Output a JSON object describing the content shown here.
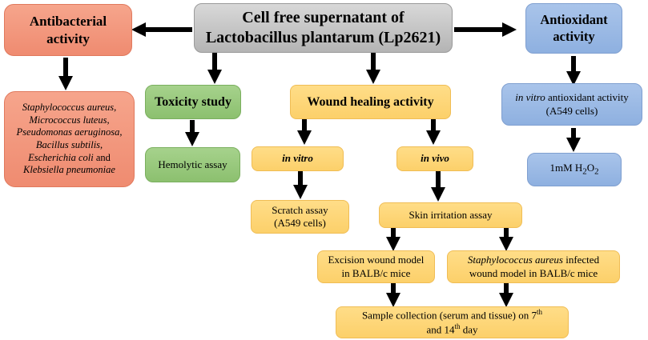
{
  "main": {
    "line1": "Cell free supernatant of",
    "line2": "Lactobacillus plantarum (Lp2621)"
  },
  "antibacterial": {
    "line1": "Antibacterial",
    "line2": "activity",
    "organisms": [
      "Staphylococcus aureus,",
      "Micrococcus luteus,",
      "Pseudomonas aeruginosa,",
      "Bacillus subtilis,",
      "Escherichia coli"
    ],
    "and_word": " and",
    "last_organism": "Klebsiella pneumoniae"
  },
  "antioxidant": {
    "line1": "Antioxidant",
    "line2": "activity",
    "in_vitro_italic": "in vitro",
    "in_vitro_rest": " antioxidant activity",
    "cells": "(A549 cells)",
    "h2o2_prefix": "1mM H",
    "h2o2_sub1": "2",
    "h2o2_mid": "O",
    "h2o2_sub2": "2"
  },
  "toxicity": {
    "title": "Toxicity study",
    "assay": "Hemolytic assay"
  },
  "wound": {
    "title": "Wound healing activity",
    "in_vitro": "in vitro",
    "in_vivo": "in vivo",
    "scratch_line1": "Scratch assay",
    "scratch_line2": "(A549 cells)",
    "skin": "Skin irritation assay",
    "excision_line1": "Excision wound model",
    "excision_line2": "in BALB/c mice",
    "staph_italic": "Staphylococcus aureus",
    "staph_rest": " infected",
    "staph_line2": "wound model in BALB/c mice",
    "sample_text": "Sample collection (serum and tissue) on 7",
    "sample_sup1": "th",
    "sample_and": "and 14",
    "sample_sup2": "th",
    "sample_day": " day"
  }
}
